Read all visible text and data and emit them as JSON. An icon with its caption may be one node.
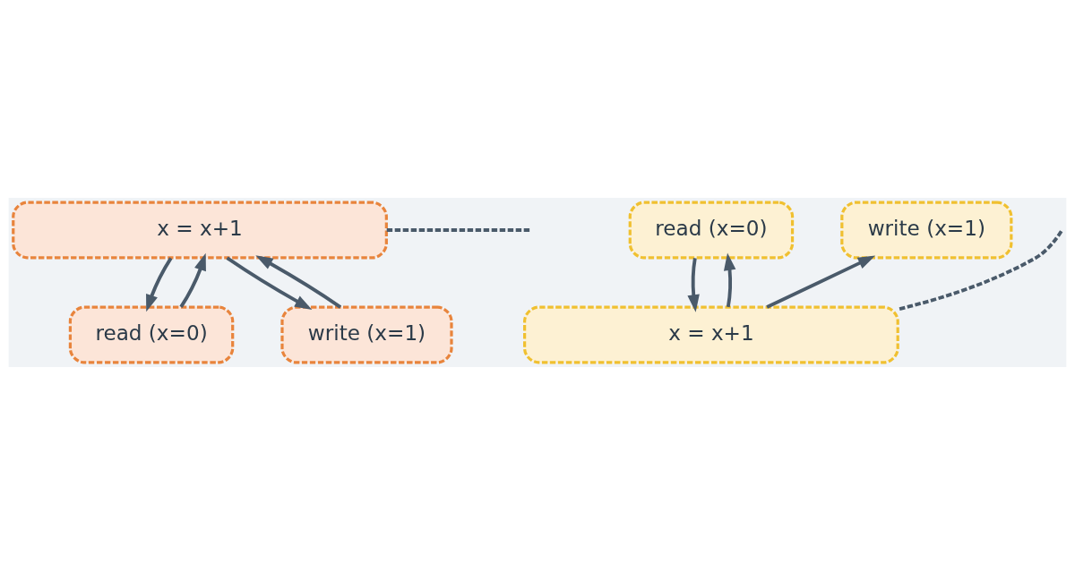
{
  "diagram": {
    "nodes": [
      {
        "text": [
          "x = x+1"
        ]
      },
      {
        "text": [
          "read (x=0)"
        ]
      },
      {
        "text": [
          "write (x=1)"
        ]
      },
      {
        "text": [
          "read (x=0)"
        ]
      },
      {
        "text": [
          "write (x=1)"
        ]
      },
      {
        "text": [
          "x = x+1"
        ]
      }
    ],
    "edges": [
      {
        "from": 0,
        "to": 1,
        "arrow": "to"
      },
      {
        "from": 1,
        "to": 0,
        "arrow": "to"
      },
      {
        "from": 0,
        "to": 2,
        "arrow": "to"
      },
      {
        "from": 2,
        "to": 0,
        "arrow": "to"
      },
      {
        "from": 0,
        "to": null,
        "arrow": "none",
        "style": "dashed"
      },
      {
        "from": 5,
        "to": 3,
        "arrow": "to"
      },
      {
        "from": 3,
        "to": 5,
        "arrow": "to"
      },
      {
        "from": 5,
        "to": 4,
        "arrow": "to"
      },
      {
        "from": null,
        "to": 5,
        "arrow": "none",
        "style": "dashed"
      }
    ]
  }
}
